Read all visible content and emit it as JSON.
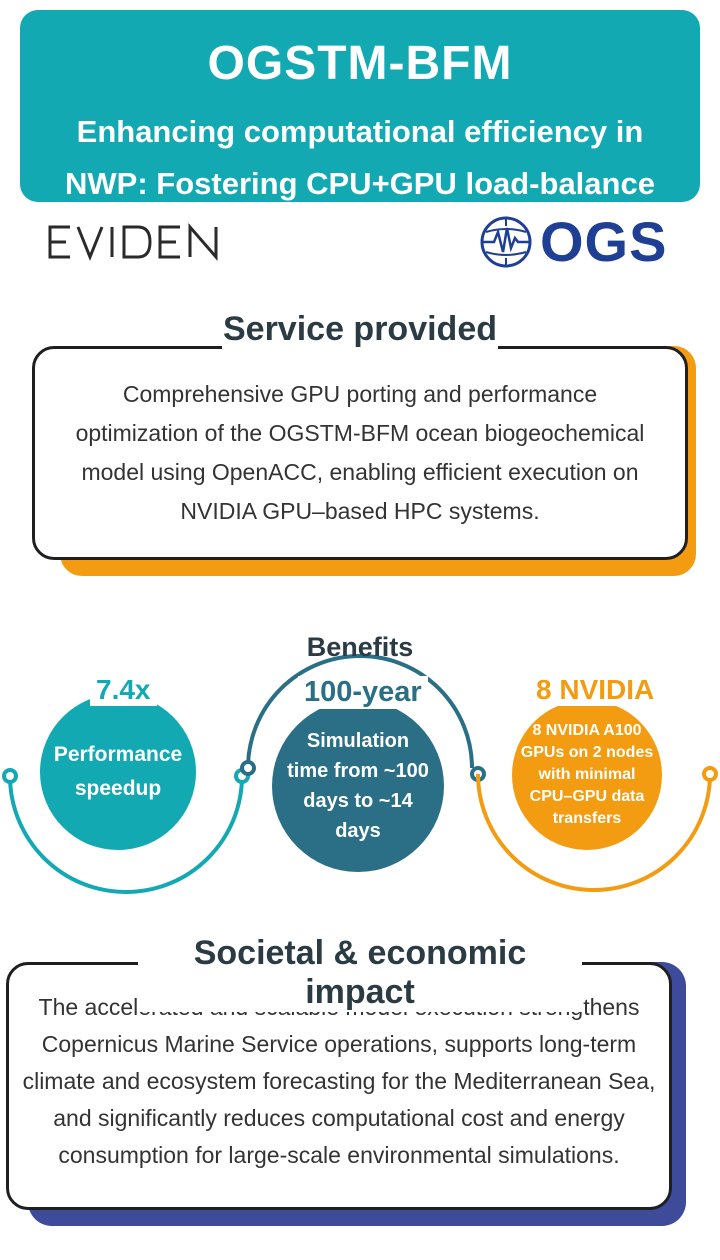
{
  "header": {
    "title": "OGSTM-BFM",
    "subtitle": "Enhancing computational efficiency in NWP: Fostering CPU+GPU load-balance"
  },
  "logos": {
    "eviden": "EVIDEN",
    "ogs": "OGS"
  },
  "service": {
    "heading": "Service provided",
    "text": "Comprehensive GPU porting and performance optimization of the OGSTM-BFM ocean biogeochemical model using OpenACC, enabling efficient execution on NVIDIA GPU–based HPC systems."
  },
  "benefits": {
    "heading": "Benefits",
    "items": [
      {
        "label": "7.4x",
        "text": "Performance speedup",
        "color": "#12a9b2"
      },
      {
        "label": "100-year",
        "text": "Simulation time from ~100 days to ~14 days",
        "color": "#2b6f86"
      },
      {
        "label": "8 NVIDIA",
        "text": "8 NVIDIA A100 GPUs on 2 nodes with minimal CPU–GPU data transfers",
        "color": "#f39c12"
      }
    ]
  },
  "impact": {
    "heading": "Societal & economic impact",
    "text": "The accelerated and scalable model execution strengthens Copernicus Marine Service operations, supports long-term climate and ecosystem forecasting for the Mediterranean Sea, and significantly reduces computational cost and energy consumption for large-scale environmental simulations."
  },
  "colors": {
    "teal": "#12a9b2",
    "petrol": "#2b6f86",
    "orange": "#f39c12",
    "navy": "#3d4b9a",
    "ogs_blue": "#1e3f94"
  }
}
